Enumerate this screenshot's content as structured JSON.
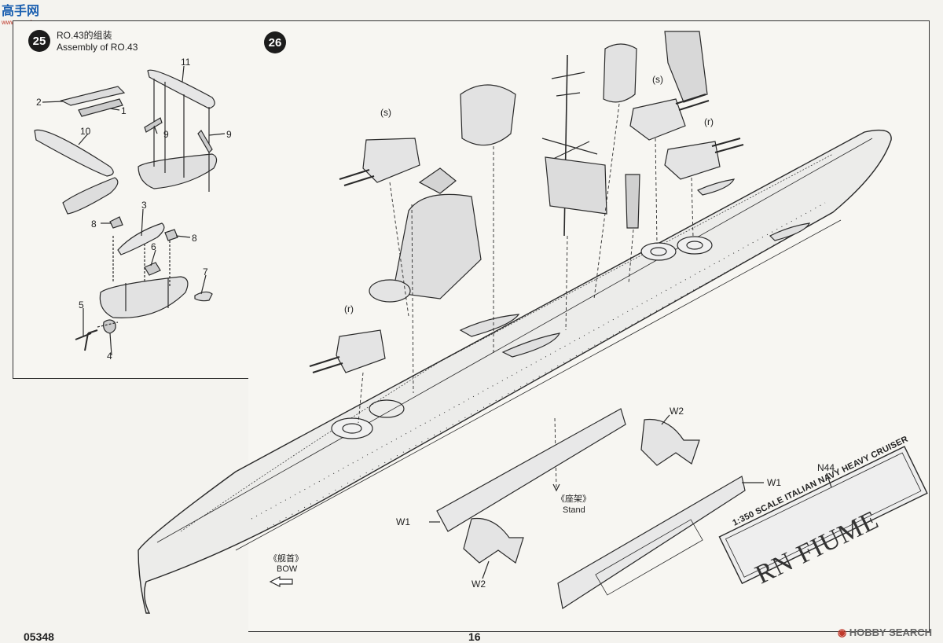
{
  "logo": {
    "main": "高手网",
    "sub": "www.gaoshou.com"
  },
  "step25": {
    "number": "25",
    "title_cn": "RO.43的组装",
    "title_en": "Assembly of  RO.43",
    "parts": [
      "1",
      "2",
      "3",
      "4",
      "5",
      "6",
      "7",
      "8",
      "8",
      "9",
      "9",
      "10",
      "11"
    ]
  },
  "step26": {
    "number": "26",
    "turret_tags": [
      "(s)",
      "(s)",
      "(r)",
      "(r)"
    ],
    "stand_cn": "《座架》",
    "stand_en": "Stand",
    "bow_cn": "《舰首》",
    "bow_en": "BOW",
    "stand_parts": [
      "W1",
      "W1",
      "W2",
      "W2"
    ],
    "nameplate_part": "N44",
    "nameplate_top": "1:350 SCALE ITALIAN NAVY HEAVY CRUISER",
    "nameplate_name": "RN FIUME"
  },
  "footer": {
    "left": "05348",
    "center": "16"
  },
  "watermark": {
    "brand": "HOBBY SEARCH"
  }
}
